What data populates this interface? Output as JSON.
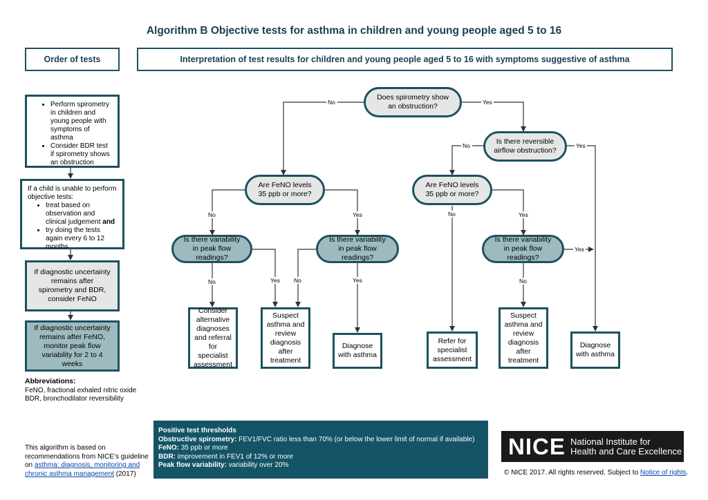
{
  "title": "Algorithm B Objective tests for asthma in children and young people aged 5 to 16",
  "order_header": "Order of tests",
  "interp_header": "Interpretation of test results for children and young people aged 5 to 16 with symptoms suggestive of asthma",
  "order_steps": {
    "step1": [
      "Perform spirometry in children and young people with symptoms of asthma",
      "Consider BDR test if spirometry shows an obstruction"
    ],
    "step2_intro": "If a child is unable to perform objective tests:",
    "step2_item1": "treat based on observation and clinical judgement ",
    "step2_item1_bold": "and",
    "step2_item2": "try doing the tests again every 6 to 12 months",
    "step3": "If diagnostic uncertainty remains after spirometry and BDR, consider FeNO",
    "step4": "If diagnostic uncertainty remains after FeNO, monitor peak flow variability for 2 to 4 weeks"
  },
  "questions": {
    "spirometry": "Does spirometry show an obstruction?",
    "reversible": "Is there reversible airflow obstruction?",
    "feno_left": "Are FeNO levels 35 ppb or more?",
    "feno_right": "Are FeNO levels 35 ppb or more?",
    "peak_left_a": "Is there variability in peak flow readings?",
    "peak_left_b": "Is there variability in peak flow readings?",
    "peak_right": "Is there variability in peak flow readings?"
  },
  "outcomes": {
    "alternative": "Consider alternative diagnoses and referral for specialist assessment",
    "suspect_left": "Suspect asthma and review diagnosis after treatment",
    "diagnose_left": "Diagnose with asthma",
    "refer": "Refer for specialist assessment",
    "suspect_right": "Suspect asthma and review diagnosis after treatment",
    "diagnose_right": "Diagnose with asthma"
  },
  "labels": {
    "no": "No",
    "yes": "Yes"
  },
  "abbreviations": {
    "heading": "Abbreviations:",
    "feno": "FeNO, fractional exhaled nitric oxide",
    "bdr": "BDR, bronchodilator reversibility"
  },
  "thresholds": {
    "heading": "Positive test thresholds",
    "spiro_label": "Obstructive spirometry:",
    "spiro_text": " FEV1/FVC ratio less than 70% (or below the lower limit of normal if available)",
    "feno_label": "FeNO:",
    "feno_text": " 35 ppb or more",
    "bdr_label": "BDR:",
    "bdr_text": " improvement in FEV1 of 12% or more",
    "peak_label": "Peak flow variability:",
    "peak_text": " variability over 20%"
  },
  "basis": {
    "prefix": "This algorithm is based on recommendations from NICE’s guideline on ",
    "link": "asthma: diagnosis, monitoring and chronic asthma management",
    "suffix": " (2017)"
  },
  "logo": {
    "word": "NICE",
    "line1": "National Institute for",
    "line2": "Health and Care Excellence"
  },
  "copyright": {
    "text": "© NICE 2017. All rights reserved. Subject to ",
    "link": "Notice of rights",
    "suffix": "."
  },
  "colors": {
    "navy": "#1c5060",
    "teal": "#9dbbbf",
    "grey": "#e6e6e6",
    "banner": "#145466"
  }
}
